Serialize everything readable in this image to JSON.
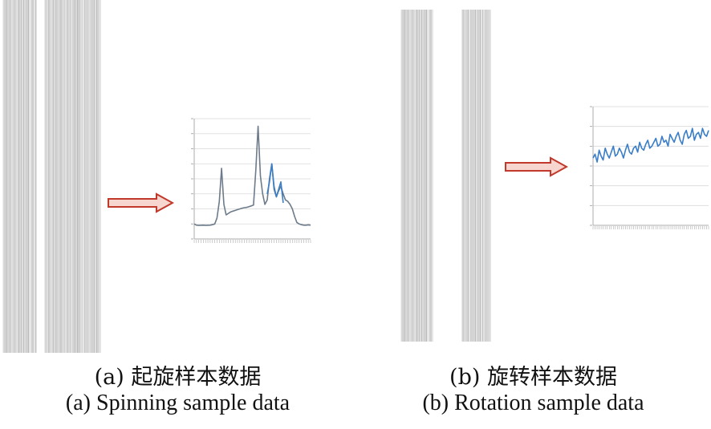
{
  "panels": [
    {
      "id": "a",
      "caption_cn": "(a) 起旋样本数据",
      "caption_en": "(a) Spinning sample data"
    },
    {
      "id": "b",
      "caption_cn": "(b) 旋转样本数据",
      "caption_en": "(b) Rotation sample data"
    }
  ],
  "colors": {
    "arrow_stroke": "#c0392b",
    "arrow_fill": "#f6d6cf",
    "series_dark": "#6d7b8a",
    "series_blue": "#3a7ec8",
    "grid": "#d9d9d9",
    "stripe": "#b9b9b9"
  },
  "chart_data": [
    {
      "type": "line",
      "title": "",
      "xlabel": "",
      "ylabel": "",
      "ylim": [
        0,
        800
      ],
      "grid": true,
      "series": [
        {
          "values": [
            100,
            92,
            90,
            91,
            92,
            90,
            91,
            92,
            95,
            100,
            140,
            250,
            470,
            230,
            160,
            170,
            180,
            185,
            190,
            195,
            200,
            205,
            208,
            210,
            215,
            220,
            225,
            460,
            750,
            420,
            300,
            230,
            260,
            400,
            500,
            330,
            280,
            320,
            350,
            300,
            260,
            250,
            230,
            200,
            150,
            110,
            100,
            95,
            92,
            92,
            94,
            92
          ]
        },
        {
          "values": [
            null,
            null,
            null,
            null,
            null,
            null,
            null,
            null,
            null,
            null,
            null,
            null,
            null,
            null,
            null,
            null,
            null,
            null,
            null,
            null,
            null,
            null,
            null,
            null,
            null,
            null,
            null,
            null,
            null,
            null,
            null,
            null,
            300,
            380,
            500,
            350,
            280,
            330,
            380,
            240,
            null,
            null,
            null,
            null,
            null,
            null,
            null,
            null,
            null,
            null,
            null,
            null
          ]
        }
      ]
    },
    {
      "type": "line",
      "title": "",
      "xlabel": "",
      "ylabel": "",
      "ylim": [
        0,
        6
      ],
      "grid": true,
      "series": [
        {
          "values": [
            3.4,
            3.6,
            3.2,
            3.8,
            3.5,
            3.3,
            3.9,
            3.6,
            3.4,
            3.7,
            4.0,
            3.5,
            3.6,
            3.9,
            3.7,
            3.4,
            3.8,
            4.1,
            3.7,
            3.6,
            3.9,
            4.0,
            3.7,
            4.2,
            3.9,
            3.8,
            4.1,
            4.3,
            3.9,
            4.0,
            4.2,
            4.4,
            4.0,
            4.1,
            4.5,
            4.2,
            4.3,
            4.0,
            4.6,
            4.4,
            4.2,
            4.5,
            4.7,
            4.3,
            4.1,
            4.6,
            4.8,
            4.4,
            4.5,
            4.9,
            4.3,
            4.6,
            4.7,
            4.4,
            4.9,
            4.6,
            4.5,
            4.8
          ]
        }
      ]
    }
  ]
}
